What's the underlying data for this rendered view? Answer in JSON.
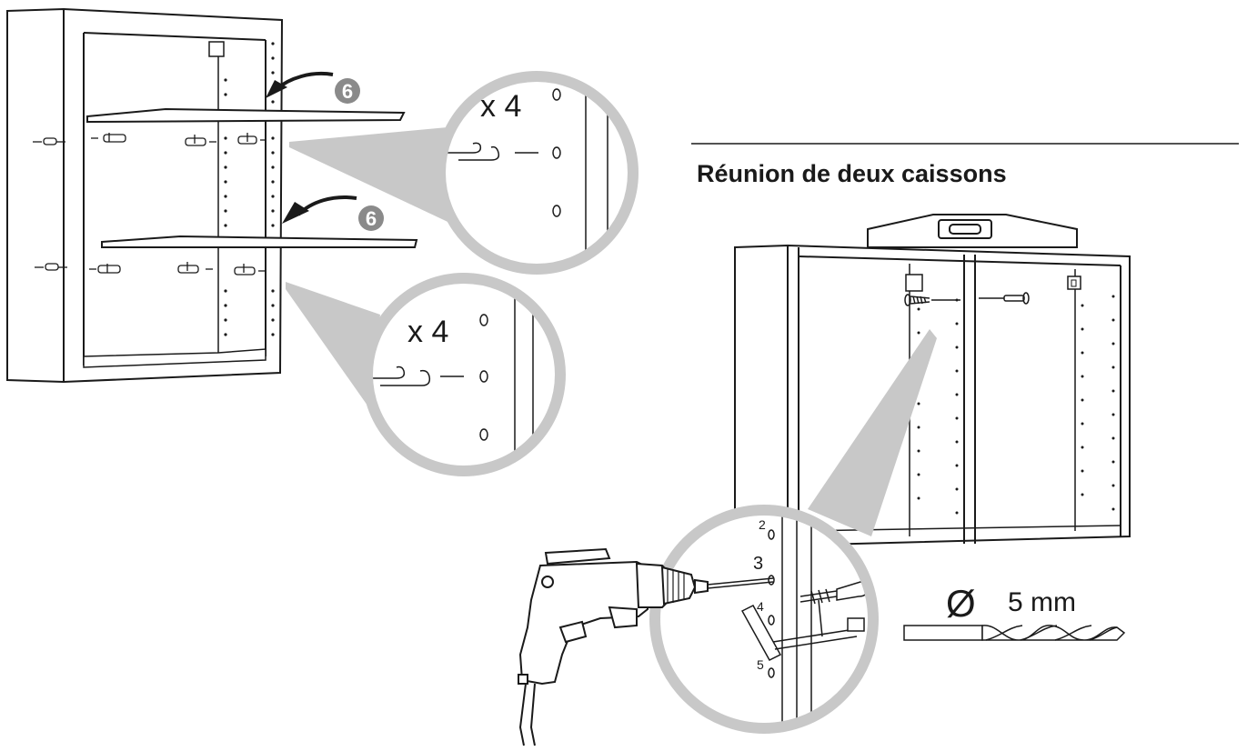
{
  "section_title": "Réunion de deux caissons",
  "step_badges": [
    "6",
    "6"
  ],
  "zoom_callouts": [
    {
      "quantity": "x 4"
    },
    {
      "quantity": "x 4"
    }
  ],
  "drill_hole_numbers": [
    "2",
    "3",
    "4",
    "5"
  ],
  "drill_bit": {
    "symbol": "Ø",
    "size": "5 mm"
  },
  "colors": {
    "line": "#1a1a1a",
    "callout_gray": "#c8c8c8",
    "badge_gray": "#8a8a8a"
  },
  "icons": [
    "wall-cabinet",
    "shelf",
    "shelf-pin",
    "spirit-level",
    "connector-screw",
    "power-drill",
    "clamp",
    "drill-bit"
  ]
}
